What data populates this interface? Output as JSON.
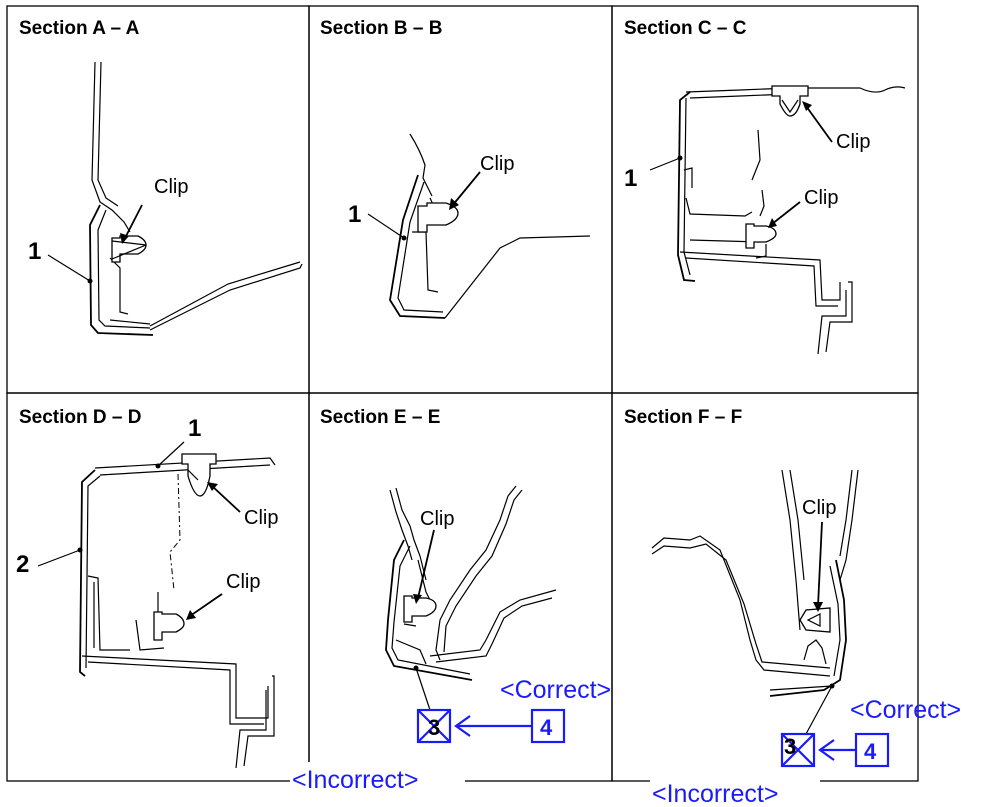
{
  "sections": [
    {
      "id": "A",
      "title": "Section A – A",
      "clip_labels": [
        "Clip"
      ],
      "part_numbers": [
        "1"
      ]
    },
    {
      "id": "B",
      "title": "Section B – B",
      "clip_labels": [
        "Clip"
      ],
      "part_numbers": [
        "1"
      ]
    },
    {
      "id": "C",
      "title": "Section C – C",
      "clip_labels": [
        "Clip",
        "Clip"
      ],
      "part_numbers": [
        "1"
      ]
    },
    {
      "id": "D",
      "title": "Section D – D",
      "clip_labels": [
        "Clip",
        "Clip"
      ],
      "part_numbers": [
        "1",
        "2"
      ]
    },
    {
      "id": "E",
      "title": "Section E – E",
      "clip_labels": [
        "Clip"
      ],
      "correct_label": "<Correct>",
      "incorrect_label": "<Incorrect>",
      "box_incorrect": "3",
      "box_correct": "4"
    },
    {
      "id": "F",
      "title": "Section F – F",
      "clip_labels": [
        "Clip"
      ],
      "correct_label": "<Correct>",
      "incorrect_label": "<Incorrect>",
      "box_incorrect": "3",
      "box_correct": "4"
    }
  ],
  "colors": {
    "line": "#000000",
    "annotation": "#1a1aff",
    "background": "#ffffff"
  }
}
